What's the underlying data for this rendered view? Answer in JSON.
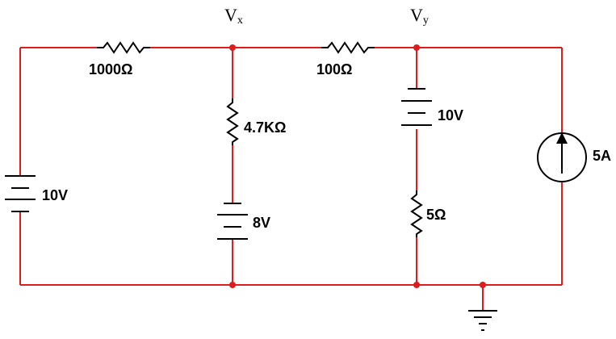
{
  "colors": {
    "wire": "#e01b1b",
    "component": "#000000",
    "background": "#ffffff"
  },
  "nodes": {
    "vx": {
      "main": "V",
      "sub": "x"
    },
    "vy": {
      "main": "V",
      "sub": "y"
    }
  },
  "components": {
    "r1": "1000Ω",
    "r2": "100Ω",
    "r3": "4.7KΩ",
    "r4": "5Ω",
    "v1": "10V",
    "v2": "8V",
    "v3": "10V",
    "i1": "5A"
  },
  "icons": [
    "resistor-icon",
    "battery-icon",
    "current-source-icon",
    "ground-icon"
  ]
}
